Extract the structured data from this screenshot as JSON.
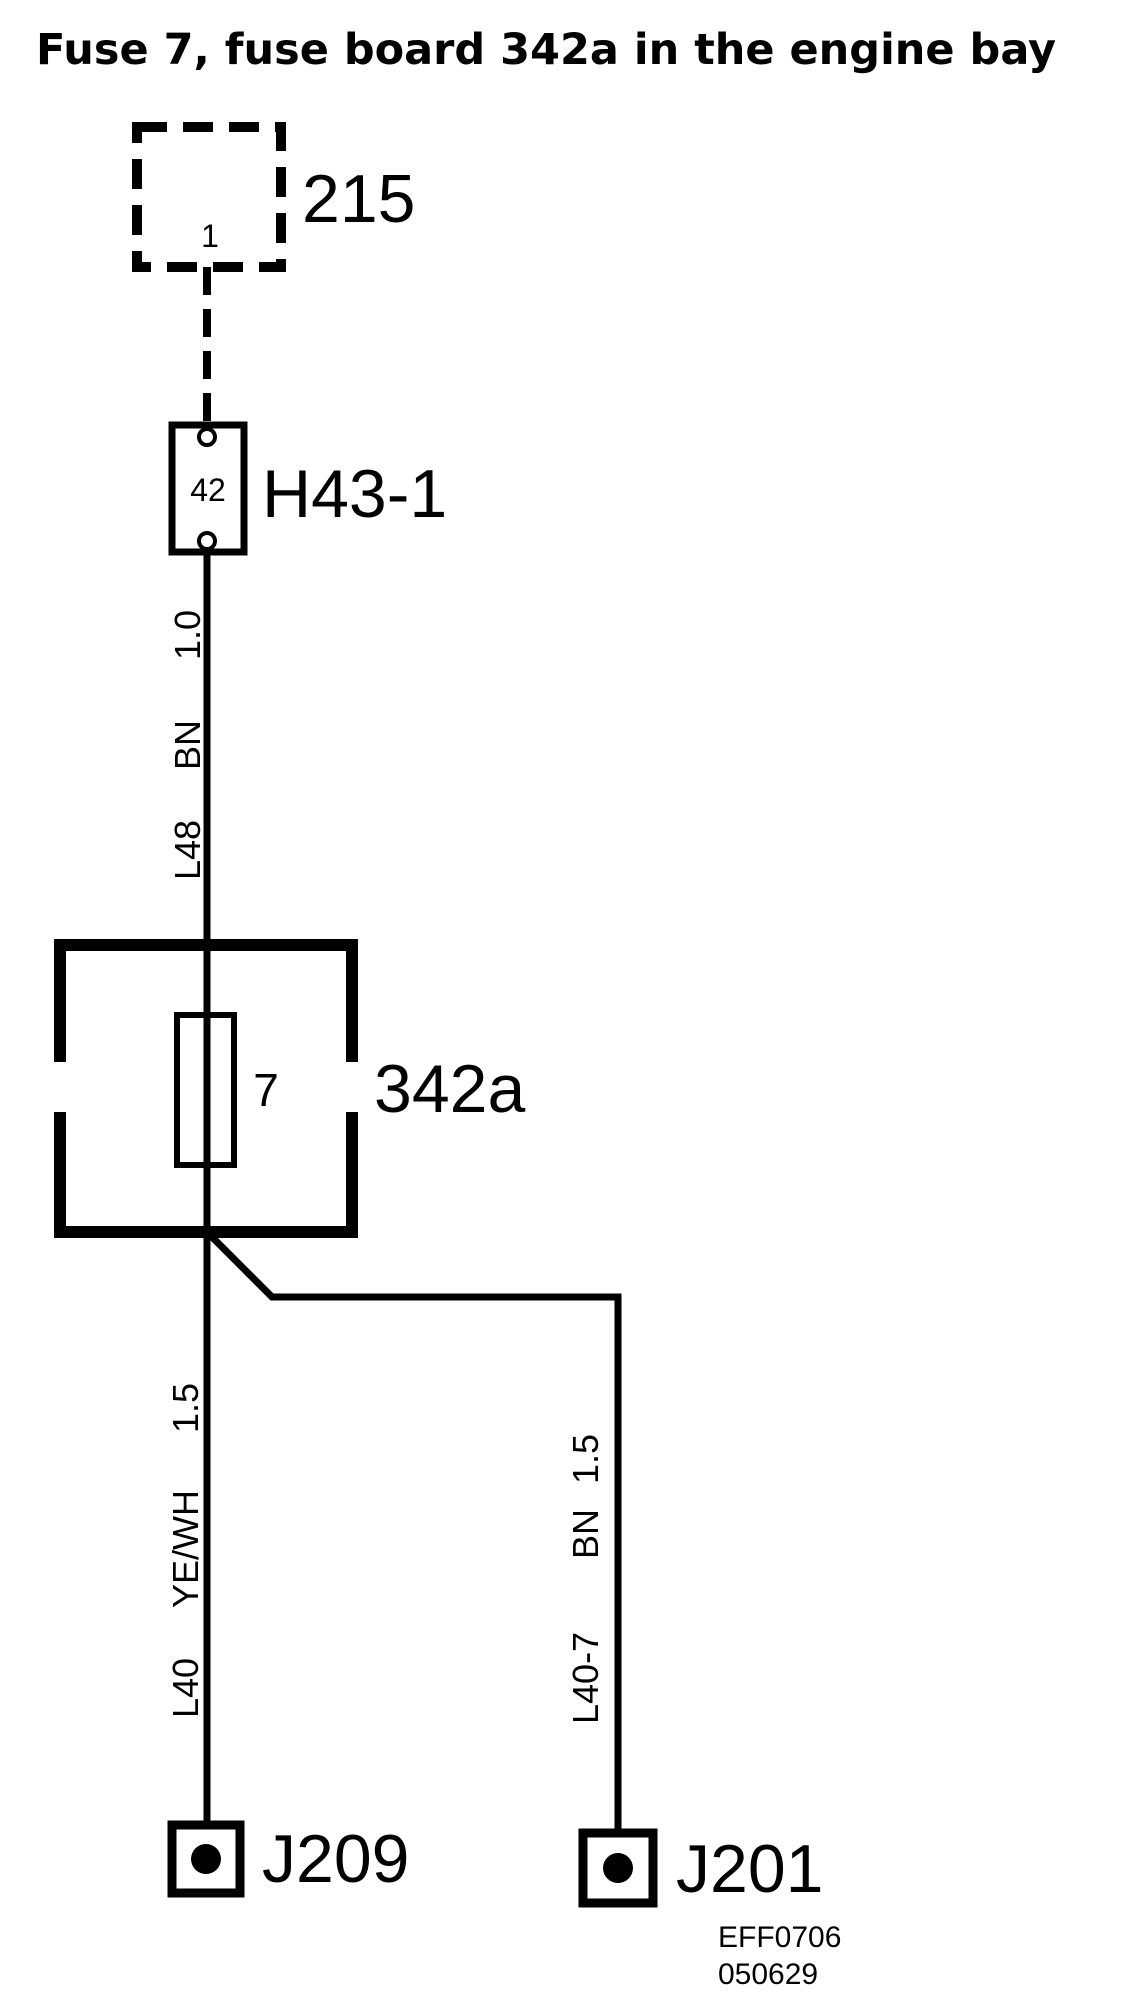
{
  "title": "Fuse 7, fuse board 342a in the engine bay",
  "components": {
    "c215": {
      "label": "215",
      "pin": "1"
    },
    "connector": {
      "label": "H43-1",
      "pin": "42"
    },
    "fuse_board": {
      "label": "342a",
      "fuse": "7"
    },
    "j209": {
      "label": "J209"
    },
    "j201": {
      "label": "J201"
    }
  },
  "wires": {
    "l48": {
      "id": "L48",
      "color": "BN",
      "size": "1.0"
    },
    "l40": {
      "id": "L40",
      "color": "YE/WH",
      "size": "1.5"
    },
    "l40_7": {
      "id": "L40-7",
      "color": "BN",
      "size": "1.5"
    }
  },
  "footer": {
    "code": "EFF0706",
    "date": "050629"
  }
}
